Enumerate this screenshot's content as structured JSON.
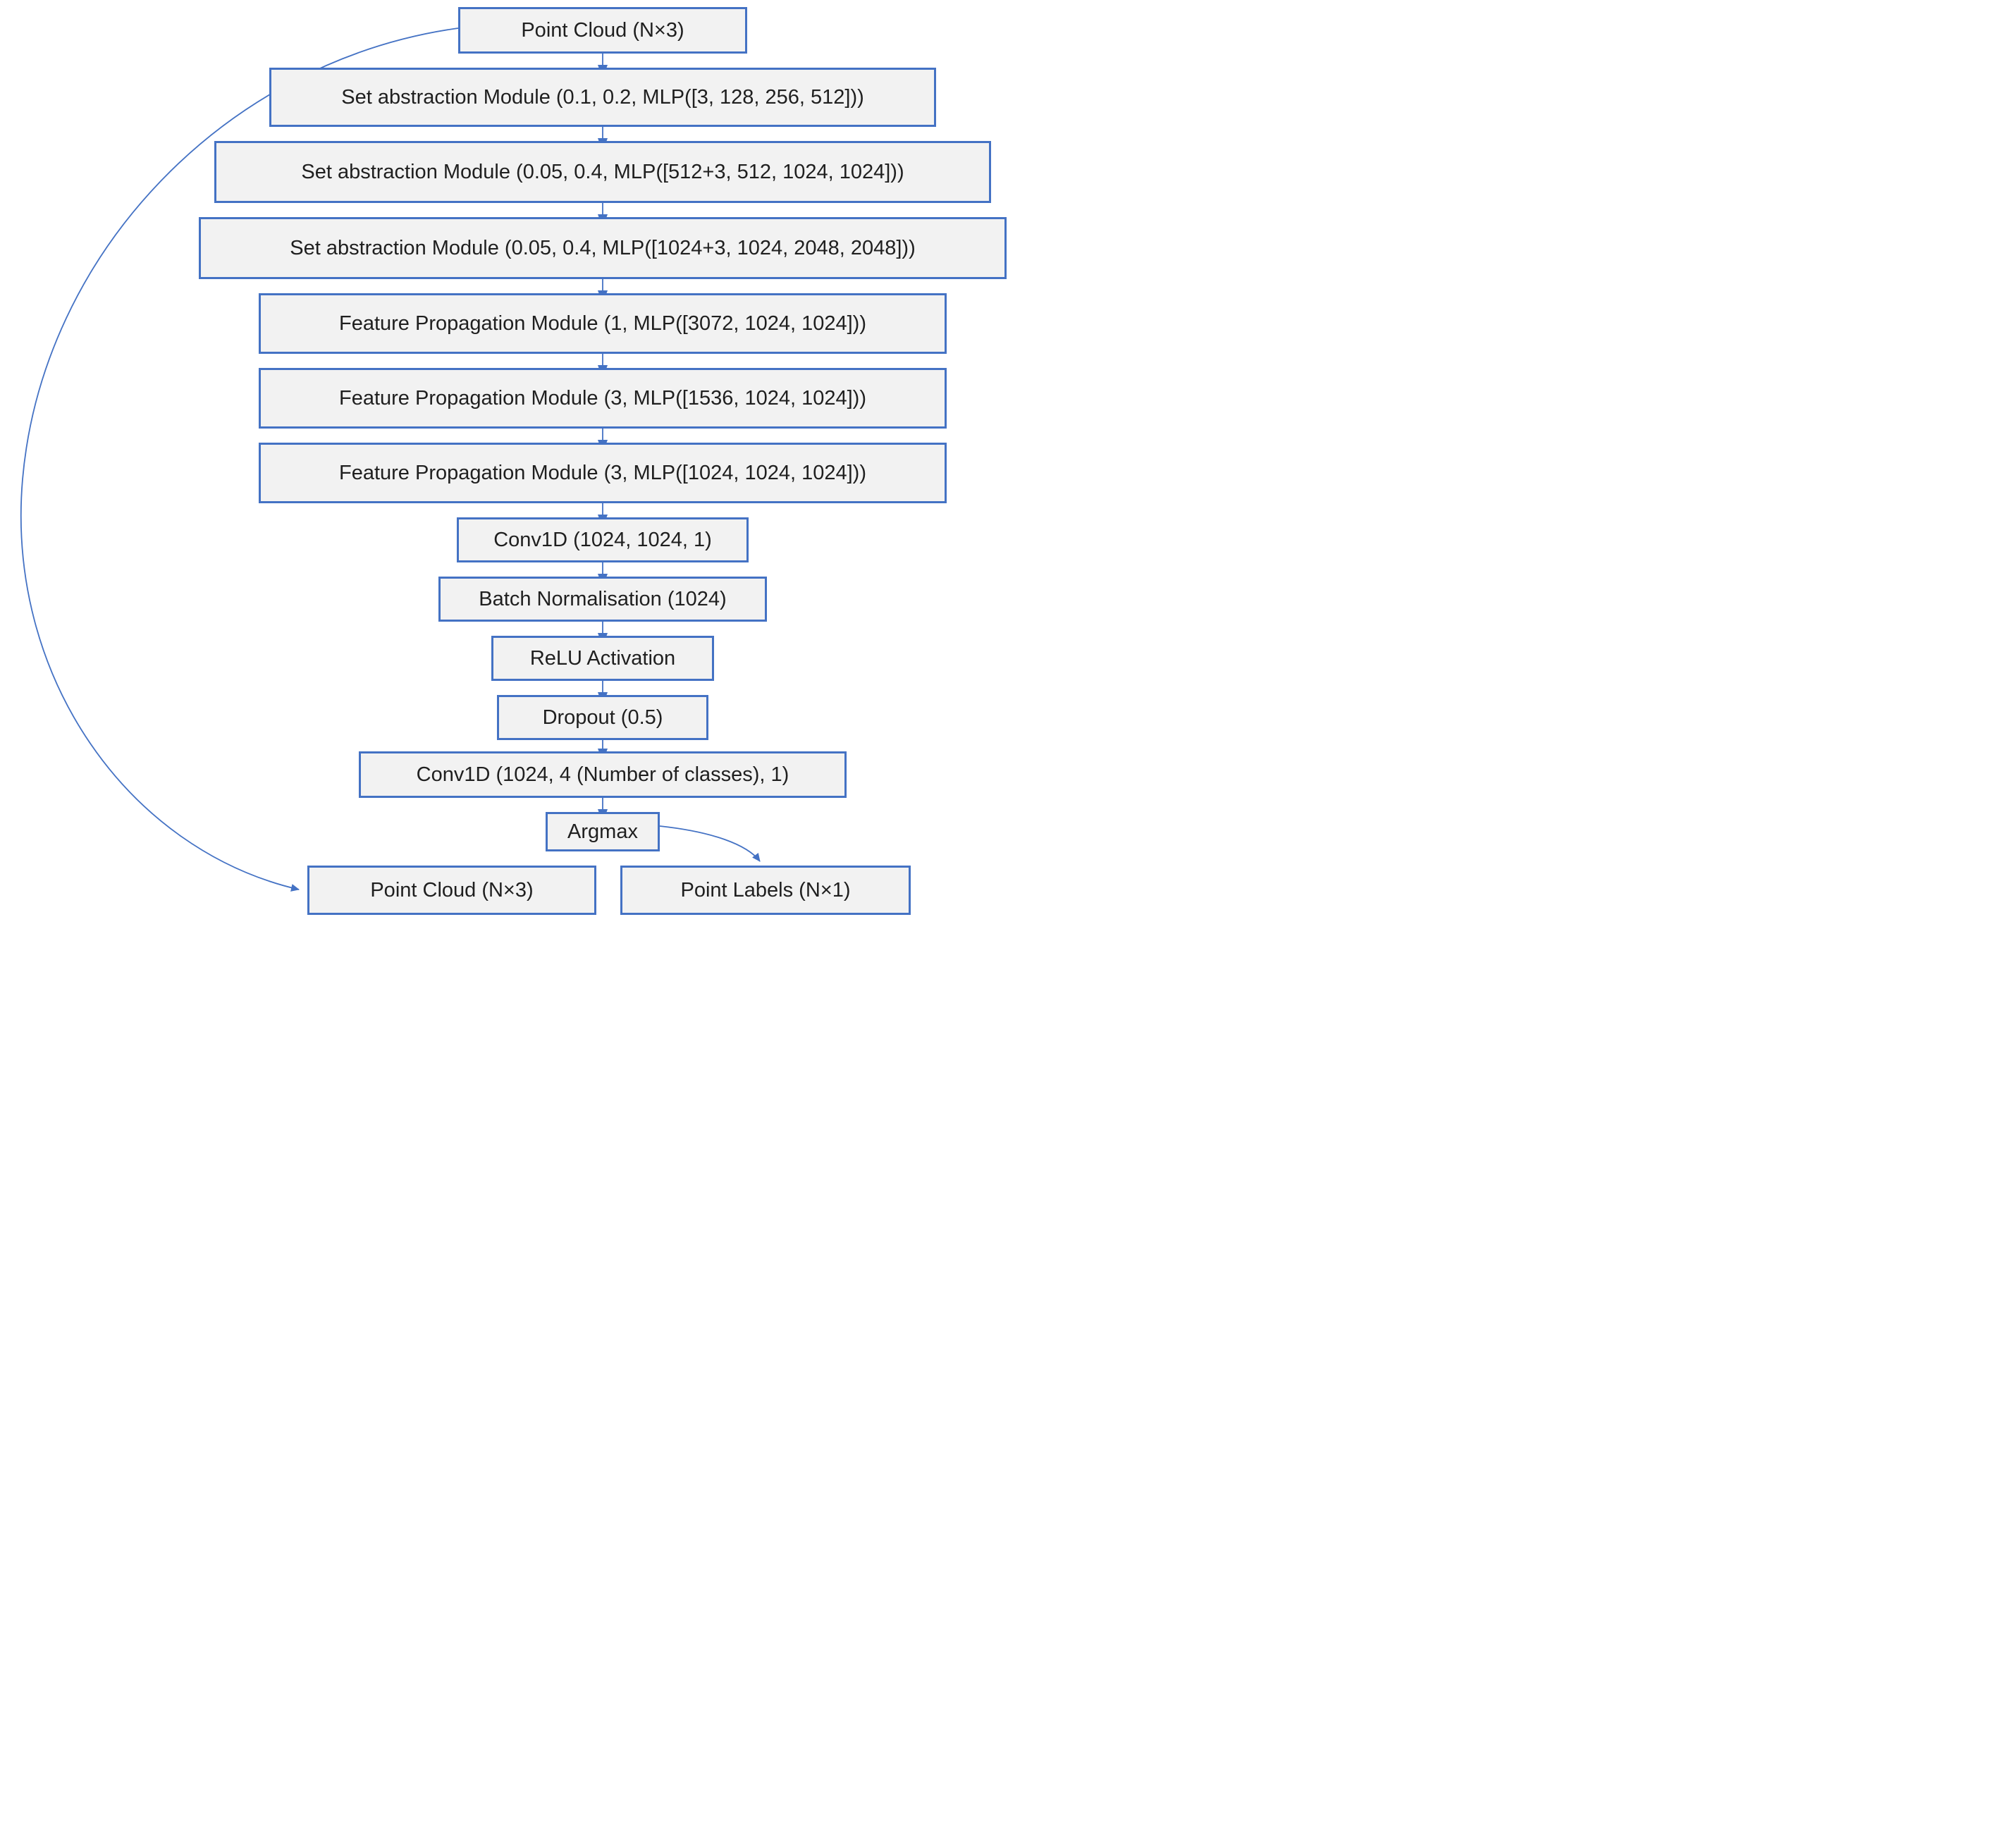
{
  "diagram": {
    "type": "flowchart",
    "description": "Point cloud semantic segmentation network architecture",
    "colors": {
      "box_border": "#4472C4",
      "box_fill": "#F2F2F2",
      "arrow": "#4472C4",
      "text": "#1F1F1F",
      "background": "#FFFFFF"
    },
    "nodes": [
      {
        "id": "point-cloud-input",
        "label": "Point Cloud (N×3)"
      },
      {
        "id": "set-abstraction-1",
        "label": "Set abstraction Module (0.1, 0.2, MLP([3, 128, 256, 512]))"
      },
      {
        "id": "set-abstraction-2",
        "label": "Set abstraction Module (0.05, 0.4, MLP([512+3, 512, 1024, 1024]))"
      },
      {
        "id": "set-abstraction-3",
        "label": "Set abstraction Module (0.05, 0.4, MLP([1024+3, 1024, 2048, 2048]))"
      },
      {
        "id": "feature-propagation-1",
        "label": "Feature Propagation Module (1, MLP([3072, 1024, 1024]))"
      },
      {
        "id": "feature-propagation-2",
        "label": "Feature Propagation Module (3, MLP([1536, 1024, 1024]))"
      },
      {
        "id": "feature-propagation-3",
        "label": "Feature Propagation Module (3, MLP([1024, 1024, 1024]))"
      },
      {
        "id": "conv1d-1",
        "label": "Conv1D (1024, 1024, 1)"
      },
      {
        "id": "batch-normalisation",
        "label": "Batch Normalisation (1024)"
      },
      {
        "id": "relu-activation",
        "label": "ReLU Activation"
      },
      {
        "id": "dropout",
        "label": "Dropout (0.5)"
      },
      {
        "id": "conv1d-2",
        "label": "Conv1D (1024, 4 (Number of classes), 1)"
      },
      {
        "id": "argmax",
        "label": "Argmax"
      },
      {
        "id": "point-cloud-output",
        "label": "Point Cloud (N×3)"
      },
      {
        "id": "point-labels",
        "label": "Point Labels (N×1)"
      }
    ],
    "edges": [
      {
        "from": "point-cloud-input",
        "to": "set-abstraction-1",
        "style": "straight"
      },
      {
        "from": "set-abstraction-1",
        "to": "set-abstraction-2",
        "style": "straight"
      },
      {
        "from": "set-abstraction-2",
        "to": "set-abstraction-3",
        "style": "straight"
      },
      {
        "from": "set-abstraction-3",
        "to": "feature-propagation-1",
        "style": "straight"
      },
      {
        "from": "feature-propagation-1",
        "to": "feature-propagation-2",
        "style": "straight"
      },
      {
        "from": "feature-propagation-2",
        "to": "feature-propagation-3",
        "style": "straight"
      },
      {
        "from": "feature-propagation-3",
        "to": "conv1d-1",
        "style": "straight"
      },
      {
        "from": "conv1d-1",
        "to": "batch-normalisation",
        "style": "straight"
      },
      {
        "from": "batch-normalisation",
        "to": "relu-activation",
        "style": "straight"
      },
      {
        "from": "relu-activation",
        "to": "dropout",
        "style": "straight"
      },
      {
        "from": "dropout",
        "to": "conv1d-2",
        "style": "straight"
      },
      {
        "from": "conv1d-2",
        "to": "argmax",
        "style": "straight"
      },
      {
        "from": "point-cloud-input",
        "to": "point-cloud-output",
        "style": "curved-left"
      },
      {
        "from": "argmax",
        "to": "point-labels",
        "style": "curved-right"
      }
    ]
  }
}
